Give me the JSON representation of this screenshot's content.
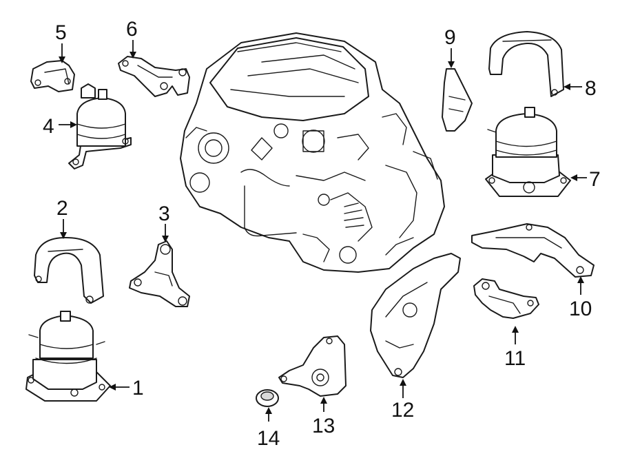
{
  "callouts": [
    {
      "num": "1"
    },
    {
      "num": "2"
    },
    {
      "num": "3"
    },
    {
      "num": "4"
    },
    {
      "num": "5"
    },
    {
      "num": "6"
    },
    {
      "num": "7"
    },
    {
      "num": "8"
    },
    {
      "num": "9"
    },
    {
      "num": "10"
    },
    {
      "num": "11"
    },
    {
      "num": "12"
    },
    {
      "num": "13"
    },
    {
      "num": "14"
    }
  ]
}
